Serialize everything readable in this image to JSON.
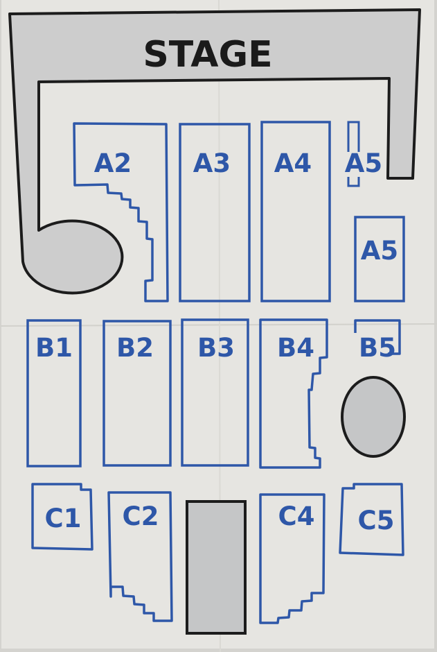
{
  "stage": {
    "label": "STAGE"
  },
  "sections": [
    {
      "id": "A2",
      "label": "A2"
    },
    {
      "id": "A3",
      "label": "A3"
    },
    {
      "id": "A4",
      "label": "A4"
    },
    {
      "id": "A5-top",
      "label": "A5"
    },
    {
      "id": "A5",
      "label": "A5"
    },
    {
      "id": "B1",
      "label": "B1"
    },
    {
      "id": "B2",
      "label": "B2"
    },
    {
      "id": "B3",
      "label": "B3"
    },
    {
      "id": "B4",
      "label": "B4"
    },
    {
      "id": "B5",
      "label": "B5"
    },
    {
      "id": "C1",
      "label": "C1"
    },
    {
      "id": "C2",
      "label": "C2"
    },
    {
      "id": "C4",
      "label": "C4"
    },
    {
      "id": "C5",
      "label": "C5"
    }
  ],
  "colors": {
    "paper": "#e6e5e1",
    "outline_dark": "#1c1c1c",
    "section_blue": "#2e57a8",
    "fill_grey": "#c5c6c7"
  }
}
